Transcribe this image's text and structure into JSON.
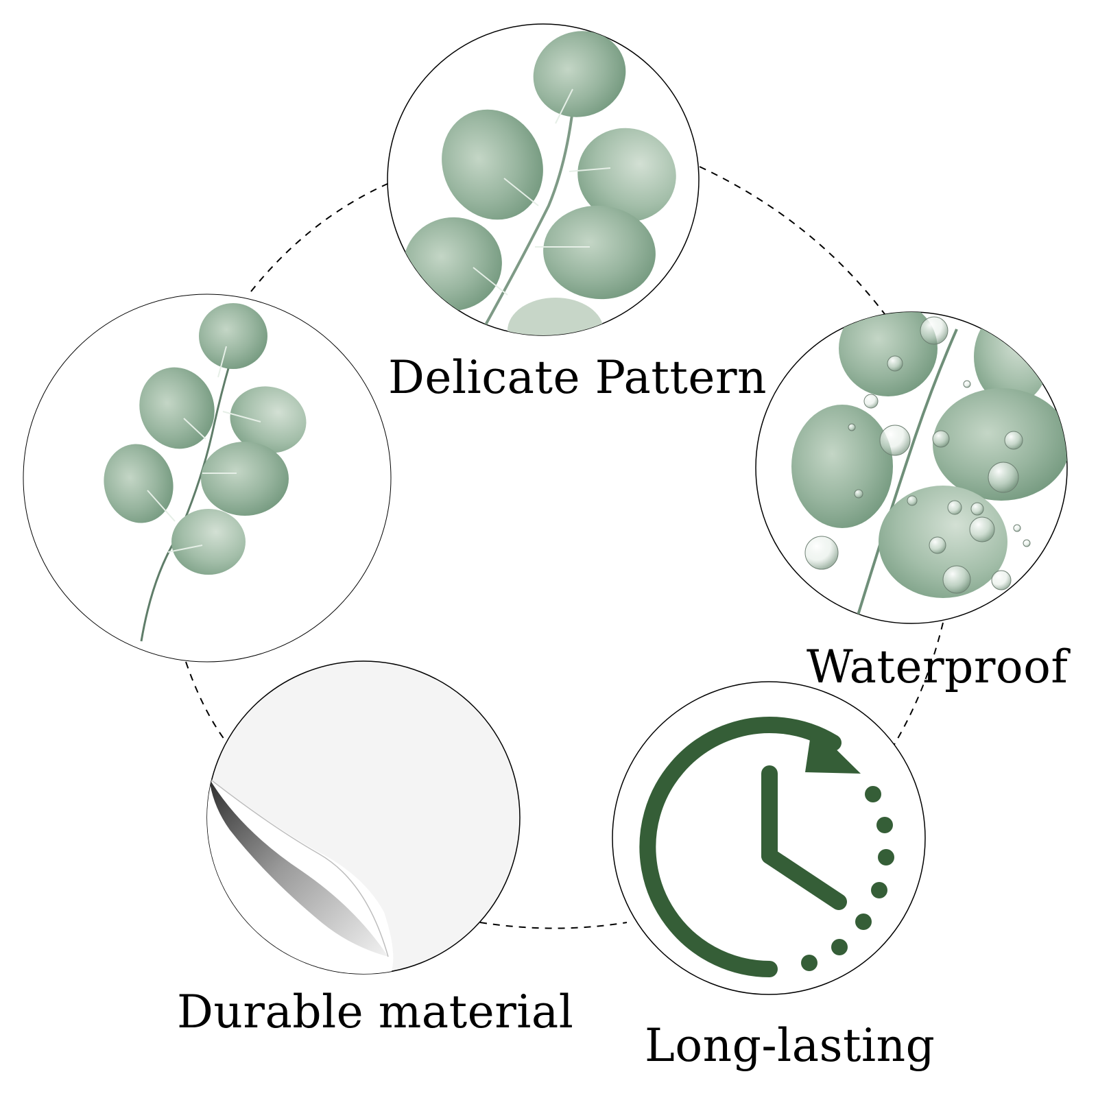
{
  "features": [
    {
      "id": "delicate",
      "label": "Delicate Pattern",
      "icon": "eucalyptus-branch-icon"
    },
    {
      "id": "waterproof",
      "label": "Waterproof",
      "icon": "water-droplets-icon"
    },
    {
      "id": "durable",
      "label": "Durable material",
      "icon": "peeling-sticker-icon"
    },
    {
      "id": "long",
      "label": "Long-lasting",
      "icon": "clock-arrow-icon"
    },
    {
      "id": "sample",
      "label": "",
      "icon": "eucalyptus-sprig-icon"
    }
  ],
  "colors": {
    "leaf": "#8fae96",
    "leaf_dark": "#5f8a6b",
    "leaf_light": "#c4d6c6",
    "stem": "#6f8f79",
    "clock": "#355e37",
    "outline": "#000000"
  }
}
